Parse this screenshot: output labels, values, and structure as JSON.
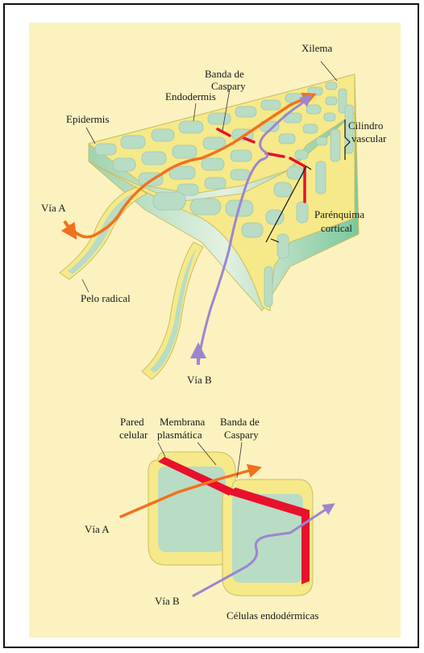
{
  "diagram": {
    "colors": {
      "background": "#fbf2bf",
      "cell_wall": "#f6e98a",
      "cell_interior": "#b9dcc4",
      "casparian_strip": "#e8112d",
      "pathway_a": "#f2711c",
      "pathway_b": "#9b86cf"
    },
    "top": {
      "labels": {
        "xilema": "Xilema",
        "banda_caspary_1": "Banda de",
        "banda_caspary_2": "Caspary",
        "endodermis": "Endodermis",
        "epidermis": "Epidermis",
        "cilindro_1": "Cilindro",
        "cilindro_2": "vascular",
        "via_a": "Vía A",
        "parenquima_1": "Parénquima",
        "parenquima_2": "cortical",
        "pelo_radical": "Pelo radical",
        "via_b": "Vía B"
      }
    },
    "bottom": {
      "labels": {
        "pared_1": "Pared",
        "pared_2": "celular",
        "membrana_1": "Membrana",
        "membrana_2": "plasmática",
        "banda_1": "Banda de",
        "banda_2": "Caspary",
        "via_a": "Vía A",
        "via_b": "Vía B",
        "celulas": "Células endodérmicas"
      }
    }
  }
}
